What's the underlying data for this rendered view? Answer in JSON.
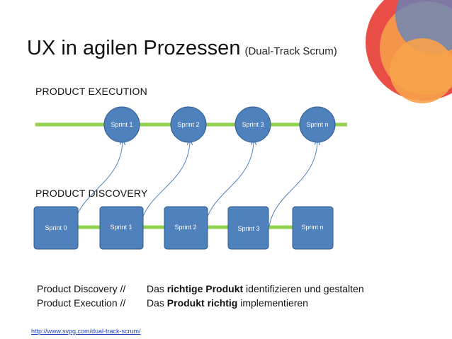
{
  "title": {
    "main": "UX in agilen Prozessen",
    "sub": "(Dual-Track Scrum)"
  },
  "colors": {
    "node_fill": "#4f81bd",
    "node_stroke": "#2e5a8f",
    "track_line": "#92d050",
    "arrow": "#4f81bd",
    "deco_red": "#e8453c",
    "deco_orange": "#f7a24a",
    "deco_blue": "#5b85c4"
  },
  "execution": {
    "label": "PRODUCT EXECUTION",
    "sprints": [
      "Sprint 1",
      "Sprint 2",
      "Sprint 3",
      "Sprint n"
    ]
  },
  "discovery": {
    "label": "PRODUCT DISCOVERY",
    "sprints": [
      "Sprint 0",
      "Sprint 1",
      "Sprint 2",
      "Sprint 3",
      "Sprint n"
    ]
  },
  "legend": {
    "line1_left": "Product Discovery  //",
    "line2_left": "Product Execution //",
    "line1_right": {
      "pre": "Das ",
      "bold": "richtige Produkt",
      "post": " identifizieren und gestalten"
    },
    "line2_right": {
      "pre": "Das ",
      "bold": "Produkt richtig",
      "post": " implementieren"
    }
  },
  "source_link": "http://www.svpg.com/dual-track-scrum/"
}
